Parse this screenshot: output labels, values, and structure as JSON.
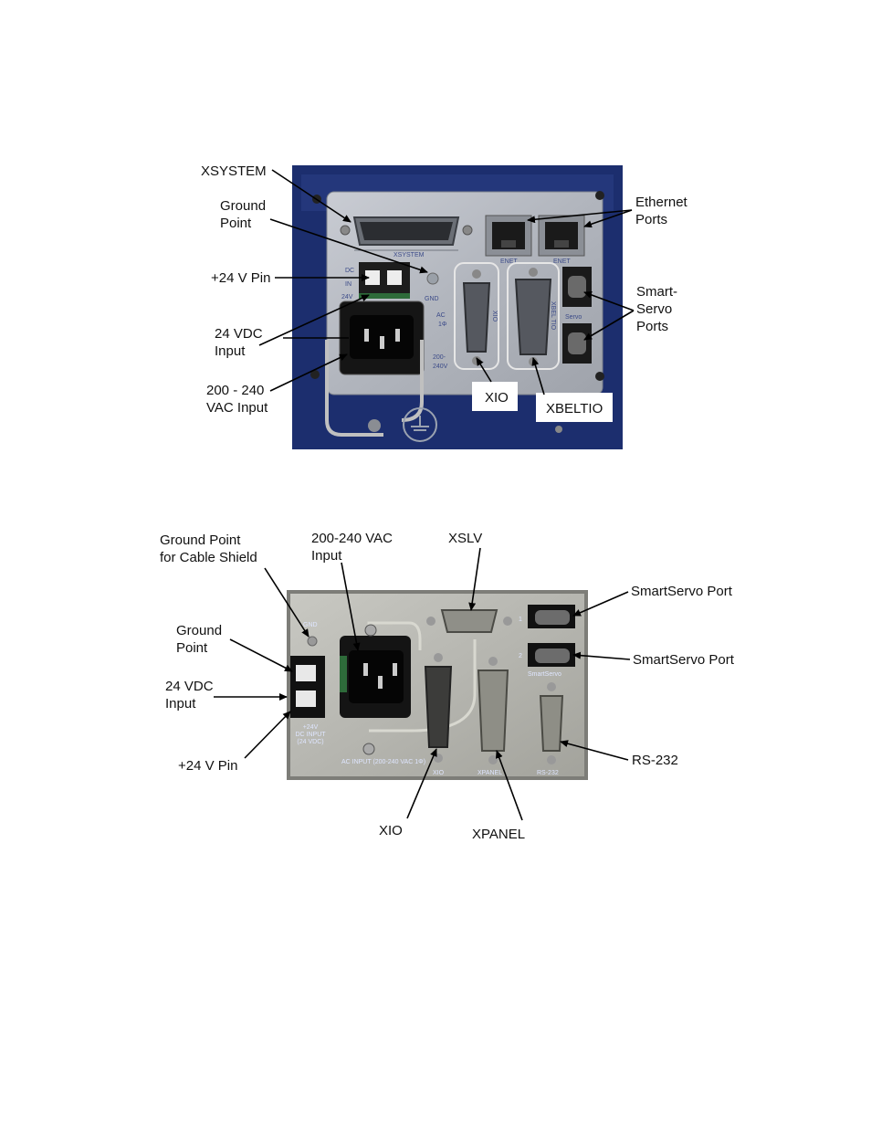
{
  "figure1": {
    "labels": {
      "xsystem": "XSYSTEM",
      "ground_point": "Ground\nPoint",
      "pin_24v": "+24 V Pin",
      "vdc_input": "24 VDC\nInput",
      "vac_input": "200 - 240\nVAC Input",
      "ethernet_ports": "Ethernet\nPorts",
      "smart_servo_ports": "Smart-\nServo\nPorts",
      "xio": "XIO",
      "xbeltio": "XBELTIO"
    },
    "panel_text": {
      "xsystem": "XSYSTEM",
      "enet_left": "ENET",
      "enet_right": "ENET",
      "dc": "DC",
      "in": "IN",
      "v24": "24V",
      "gnd": "GND",
      "ac": "AC",
      "phase": "1Φ",
      "v200": "200-",
      "v240": "240V",
      "xio_vertical": "XIO",
      "xbeltio_vertical": "XBEL TIO",
      "servo": "Servo"
    }
  },
  "figure2": {
    "labels": {
      "ground_cable_shield": "Ground Point\nfor Cable Shield",
      "vac_input": "200-240 VAC\nInput",
      "xslv": "XSLV",
      "smartservo_port_1": "SmartServo Port",
      "smartservo_port_2": "SmartServo Port",
      "ground_point": "Ground\nPoint",
      "vdc_input": "24 VDC\nInput",
      "pin_24v": "+24 V Pin",
      "rs232": "RS-232",
      "xio": "XIO",
      "xpanel": "XPANEL"
    },
    "panel_text": {
      "gnd": "GND",
      "dc_input": "+24V\nDC INPUT\n(24 VDC)",
      "ac_input": "AC INPUT\n(200-240 VAC 1Φ)",
      "xio": "XIO",
      "xpanel": "XPANEL",
      "rs232": "RS-232",
      "smartservo": "SmartServo",
      "port1": "1",
      "port2": "2"
    }
  }
}
